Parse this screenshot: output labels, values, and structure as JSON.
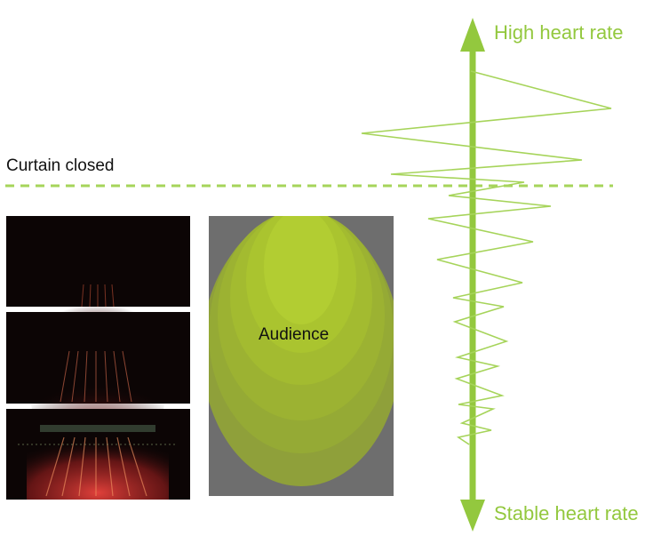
{
  "labels": {
    "curtain": "Curtain closed",
    "high": "High heart rate",
    "stable": "Stable heart rate",
    "audience": "Audience"
  },
  "colors": {
    "accent_green": "#93c83e",
    "trace_green": "#a6d45a",
    "panel_dark": "#0c0505",
    "audience_bg": "#6e6e6e",
    "stage_red": "#c8282a"
  },
  "heart_rate_trace_description": "zigzag line plotting heart rate, swinging between high and stable",
  "stage_panels": [
    "stage-view-1",
    "stage-view-2",
    "stage-view-3"
  ]
}
